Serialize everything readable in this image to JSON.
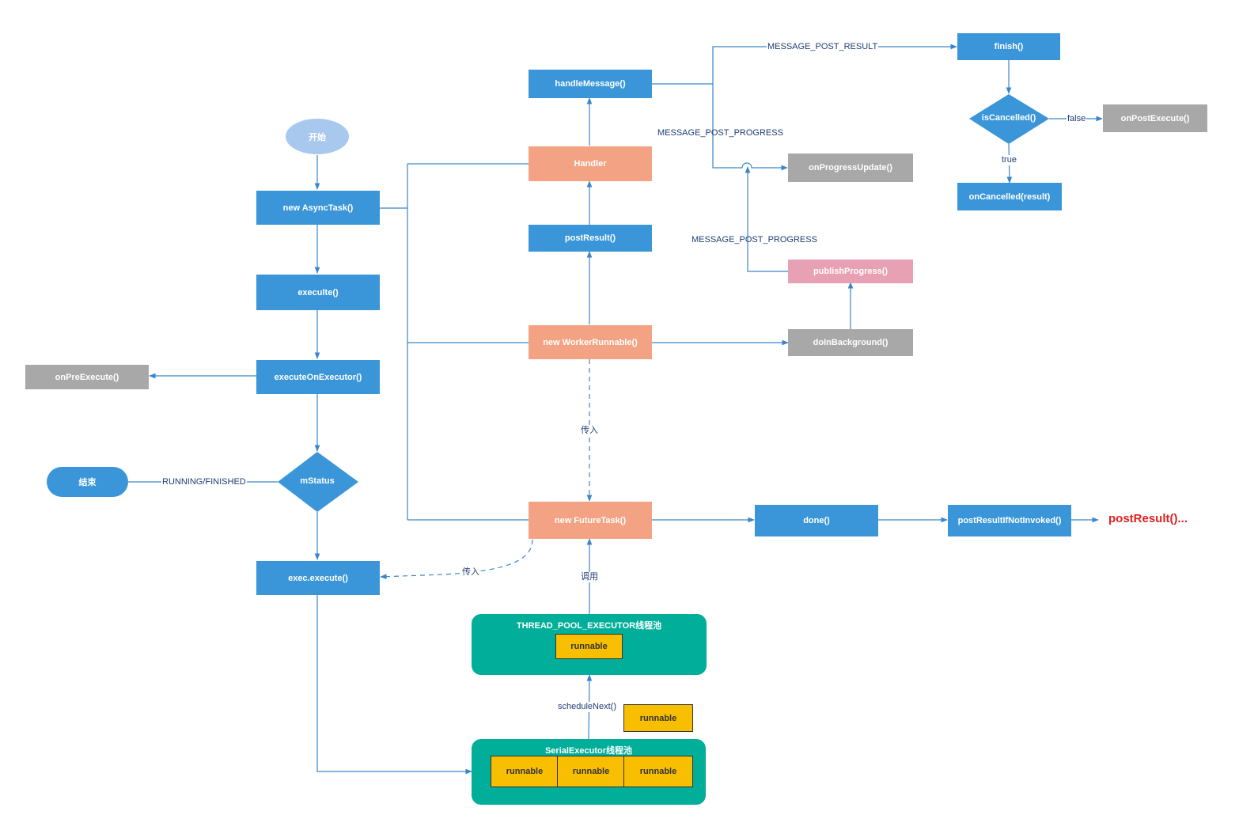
{
  "nodes": {
    "start": "开始",
    "new_asynctask": "new AsyncTask()",
    "execute": "execulte()",
    "execute_on_executor": "executeOnExecutor()",
    "on_pre_execute": "onPreExecute()",
    "mstatus": "mStatus",
    "end": "结束",
    "exec_execute": "exec.execute()",
    "handle_message": "handleMessage()",
    "handler": "Handler",
    "post_result": "postResult()",
    "new_worker_runnable": "new WorkerRunnable()",
    "new_future_task": "new FutureTask()",
    "finish": "finish()",
    "is_cancelled": "isCancelled()",
    "on_post_execute": "onPostExecute()",
    "on_cancelled": "onCancelled(result)",
    "on_progress_update": "onProgressUpdate()",
    "publish_progress": "publishProgress()",
    "do_in_background": "doInBackground()",
    "done": "done()",
    "post_result_if_not_invoked": "postResultIfNotInvoked()",
    "post_result_more": "postResult()..."
  },
  "pools": {
    "thread_pool_title": "THREAD_POOL_EXECUTOR线程池",
    "thread_pool_runnable": "runnable",
    "floating_runnable": "runnable",
    "serial_title": "SerialExecutor线程池",
    "serial_runnables": [
      "runnable",
      "runnable",
      "runnable"
    ]
  },
  "edge_labels": {
    "message_post_result": "MESSAGE_POST_RESULT",
    "message_post_progress_top": "MESSAGE_POST_PROGRESS",
    "message_post_progress_bottom": "MESSAGE_POST_PROGRESS",
    "false": "false",
    "true": "true",
    "running_finished": "RUNNING/FINISHED",
    "pass_in_vertical": "传入",
    "pass_in_curve": "传入",
    "invoke": "调用",
    "schedule_next": "scheduleNext()"
  },
  "colors": {
    "blue_node": "#3a96d9",
    "gray_node": "#a8a8a8",
    "orange_node": "#f3a384",
    "pink_node": "#e8a0b4",
    "start_node": "#a8c8ee",
    "pool": "#00ae99",
    "runnable": "#f7bf00",
    "edge": "#3a86c8",
    "highlight_text": "#e02020"
  }
}
